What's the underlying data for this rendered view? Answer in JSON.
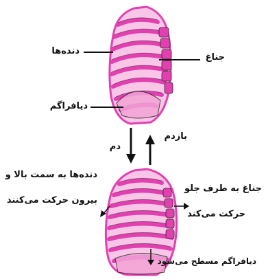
{
  "colors": {
    "rib": "#e33fb0",
    "rib_fill": "#f9c6e8",
    "outline": "#2a2a2a",
    "diaphragm": "#f2a3d6",
    "arrow": "#111111"
  },
  "top_labels": {
    "ribs": "دنده‌ها",
    "sternum": "جناغ",
    "diaphragm": "دیافراگم"
  },
  "cycle_labels": {
    "inhale": "دم",
    "exhale": "بازدم"
  },
  "bottom_labels": {
    "ribs_line1": "دنده‌ها به سمت بالا و",
    "ribs_line2": "بیرون حرکت می‌کنند",
    "sternum_line1": "جناغ به طرف جلو",
    "sternum_line2": "حرکت می‌کند",
    "diaphragm": "دیافراگم مسطح می‌شود"
  }
}
